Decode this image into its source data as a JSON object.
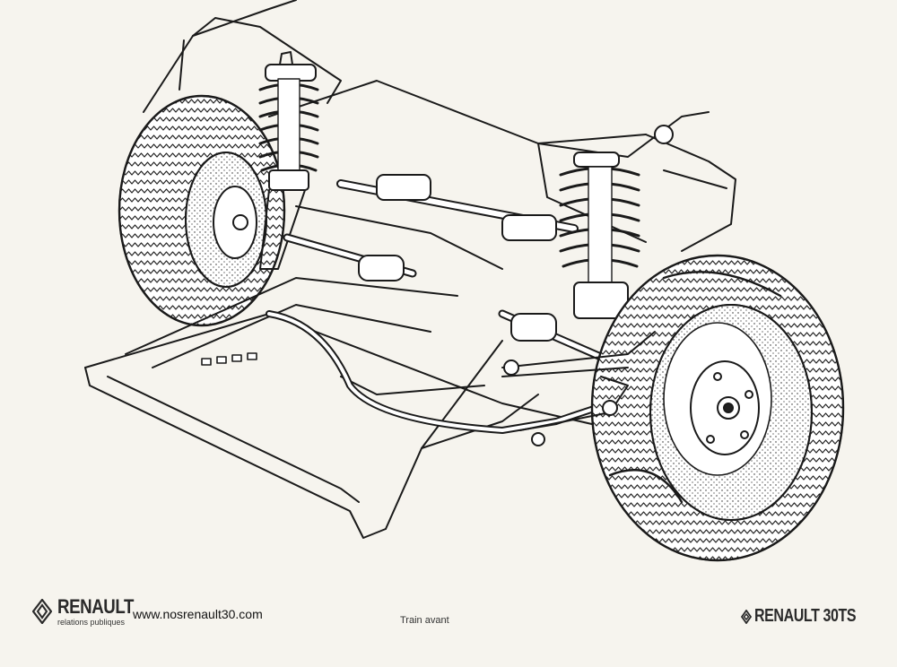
{
  "brand": {
    "name": "RENAULT",
    "subtitle": "relations publiques"
  },
  "website": "www.nosrenault30.com",
  "caption": "Train avant",
  "model": "RENAULT 30TS",
  "colors": {
    "paper": "#f6f4ee",
    "ink": "#1a1a1a"
  },
  "icons": {
    "logo": "renault-diamond-icon"
  }
}
